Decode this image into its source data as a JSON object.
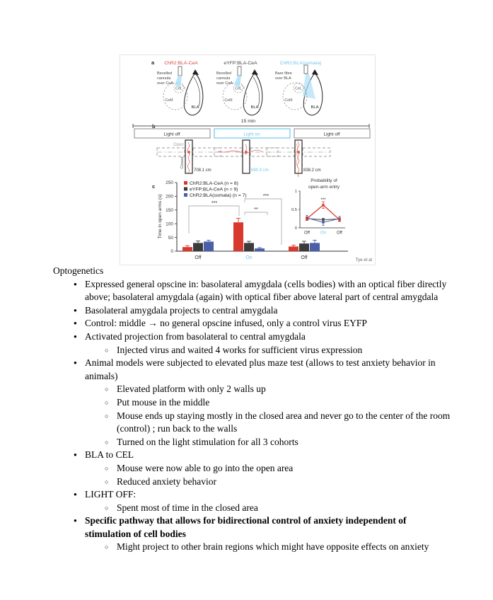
{
  "colors": {
    "red": "#d9382c",
    "dark": "#3b3b3b",
    "blue": "#4a5fa8",
    "light_blue": "#6fc7ea",
    "gray": "#999999"
  },
  "figure": {
    "attribution": "Tye et al",
    "panel_a": {
      "label": "a",
      "region_labels": [
        "CeL",
        "CeM",
        "BLA"
      ],
      "groups": [
        {
          "title": "ChR2:BLA-CeA",
          "title_color": "#d9483c",
          "note_lines": [
            "Bevelled",
            "cannula",
            "over CeA"
          ]
        },
        {
          "title": "eYFP:BLA-CeA",
          "title_color": "#444444",
          "note_lines": [
            "Bevelled",
            "cannula",
            "over CeA"
          ]
        },
        {
          "title": "ChR2:BLA(somata)",
          "title_color": "#6fc7ea",
          "note_lines": [
            "Bare fibre",
            "over BLA",
            ""
          ]
        }
      ]
    },
    "panel_b": {
      "label": "b",
      "duration": "15 min",
      "phases": [
        "Light off",
        "Light on",
        "Light off"
      ],
      "open_label": "Open",
      "closed_label": "Closed",
      "distances": [
        "708.1 cm",
        "690.3 cm",
        "838.2 cm"
      ]
    },
    "panel_c": {
      "label": "c"
    }
  },
  "chart_data": {
    "type": "bar",
    "title": "",
    "xlabel": "",
    "ylabel": "Time in open arms (s)",
    "ylim": [
      0,
      250
    ],
    "yticks": [
      0,
      50,
      100,
      150,
      200,
      250
    ],
    "categories": [
      "Off",
      "On",
      "Off"
    ],
    "series": [
      {
        "name": "ChR2:BLA-CeA (n = 8)",
        "color": "#d9382c",
        "values": [
          15,
          105,
          17
        ],
        "errors": [
          5,
          15,
          5
        ]
      },
      {
        "name": "eYFP:BLA-CeA (n = 9)",
        "color": "#3b3b3b",
        "values": [
          30,
          30,
          28
        ],
        "errors": [
          7,
          6,
          8
        ]
      },
      {
        "name": "ChR2:BLA(somata) (n = 7)",
        "color": "#4a5fa8",
        "values": [
          35,
          10,
          30
        ],
        "errors": [
          5,
          3,
          10
        ]
      }
    ],
    "significance": [
      "***",
      "**",
      "***"
    ],
    "legend_position": "top-left",
    "inset": {
      "type": "line",
      "title": "Probability of open-arm entry",
      "title_line1": "Probability of",
      "title_line2": "open-arm entry",
      "ylim": [
        0,
        1
      ],
      "yticks": [
        0,
        0.5,
        1
      ],
      "categories": [
        "Off",
        "On",
        "Off"
      ],
      "series": [
        {
          "name": "ChR2:BLA-CeA",
          "color": "#d9382c",
          "values": [
            0.25,
            0.62,
            0.22
          ],
          "errors": [
            0.05,
            0.09,
            0.05
          ]
        },
        {
          "name": "eYFP:BLA-CeA",
          "color": "#3b3b3b",
          "values": [
            0.25,
            0.22,
            0.24
          ],
          "errors": [
            0.03,
            0.04,
            0.03
          ]
        },
        {
          "name": "ChR2:BLA(somata)",
          "color": "#4a5fa8",
          "values": [
            0.27,
            0.15,
            0.25
          ],
          "errors": [
            0.07,
            0.08,
            0.06
          ]
        }
      ],
      "significance": "***"
    }
  },
  "notes": {
    "title": "Optogenetics",
    "items": [
      {
        "level": 1,
        "text": "Expressed general opscine in: basolateral amygdala (cells bodies) with an optical fiber directly above; basolateral amygdala (again) with optical fiber above lateral part of central amygdala"
      },
      {
        "level": 1,
        "text": "Basolateral amygdala projects to central amygdala"
      },
      {
        "level": 1,
        "text": "Control: middle → no general opscine infused, only a control virus EYFP"
      },
      {
        "level": 1,
        "text": "Activated projection from basolateral to central amygdala"
      },
      {
        "level": 2,
        "text": "Injected virus and waited 4 works for sufficient virus expression"
      },
      {
        "level": 1,
        "text": "Animal models were subjected to elevated plus maze test (allows to test anxiety behavior in animals)"
      },
      {
        "level": 2,
        "text": "Elevated platform with only 2 walls up"
      },
      {
        "level": 2,
        "text": "Put mouse in the middle"
      },
      {
        "level": 2,
        "text": "Mouse ends up staying mostly in the closed area and never go to the center of the room (control) ; run back to the walls"
      },
      {
        "level": 2,
        "text": "Turned on the light stimulation for all 3 cohorts"
      },
      {
        "level": 1,
        "text": "BLA to CEL"
      },
      {
        "level": 2,
        "text": "Mouse were now able to go into the open area"
      },
      {
        "level": 2,
        "text": "Reduced anxiety behavior"
      },
      {
        "level": 1,
        "text": "LIGHT OFF:"
      },
      {
        "level": 2,
        "text": "Spent most of time in the closed area"
      },
      {
        "level": 1,
        "bold": true,
        "text": "Specific pathway that allows for bidirectional control of anxiety independent of stimulation of cell bodies"
      },
      {
        "level": 2,
        "text": "Might project to other brain regions which might have opposite effects on anxiety"
      }
    ]
  }
}
